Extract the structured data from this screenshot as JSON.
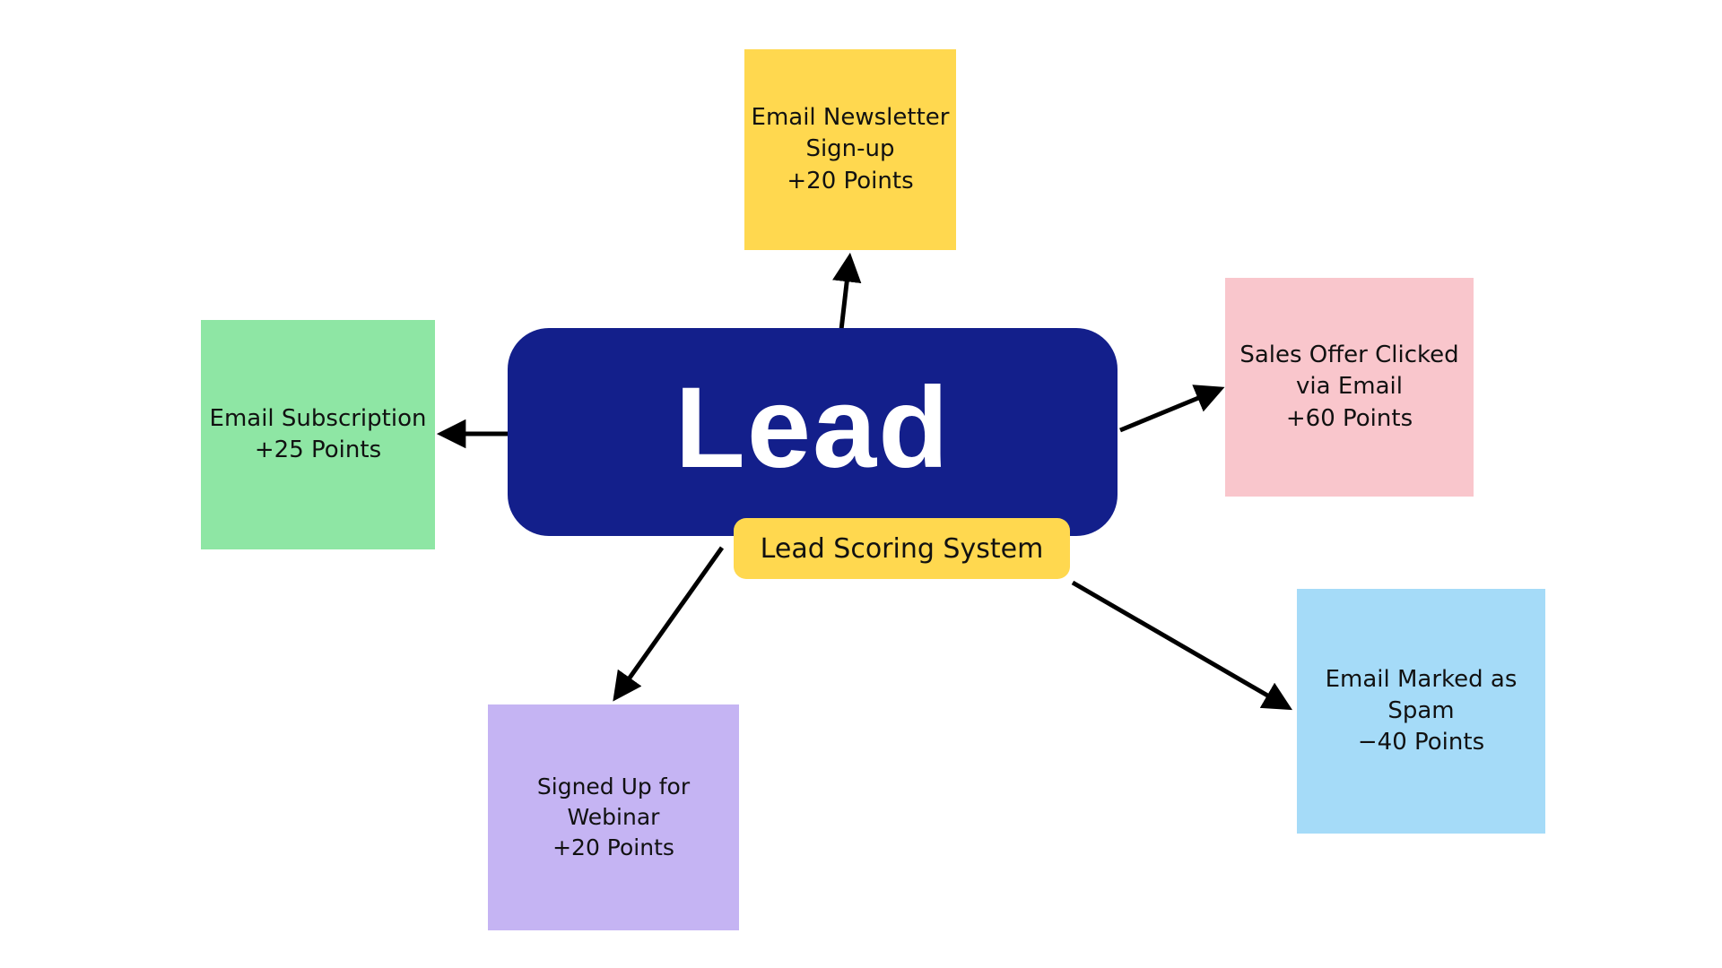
{
  "page": {
    "background": "#ffffff"
  },
  "diagram": {
    "center_node": {
      "label": "Lead",
      "bg": "#131f8b",
      "text_color": "#ffffff"
    },
    "system_badge": {
      "label": "Lead Scoring System",
      "bg": "#ffd84f"
    },
    "nodes": {
      "newsletter": {
        "title": "Email Newsletter Sign-up",
        "points": "+20 Points",
        "bg": "#ffd84f"
      },
      "subscription": {
        "title": "Email Subscription",
        "points": "+25 Points",
        "bg": "#8ee6a4"
      },
      "sales_offer": {
        "title": "Sales Offer Clicked via Email",
        "points": "+60 Points",
        "bg": "#f9c6cc"
      },
      "webinar": {
        "title": "Signed Up for Webinar",
        "points": "+20 Points",
        "bg": "#c5b4f3"
      },
      "spam": {
        "title": "Email Marked as Spam",
        "points": "−40 Points",
        "bg": "#a5dbf8"
      }
    },
    "arrow_color": "#000000"
  }
}
